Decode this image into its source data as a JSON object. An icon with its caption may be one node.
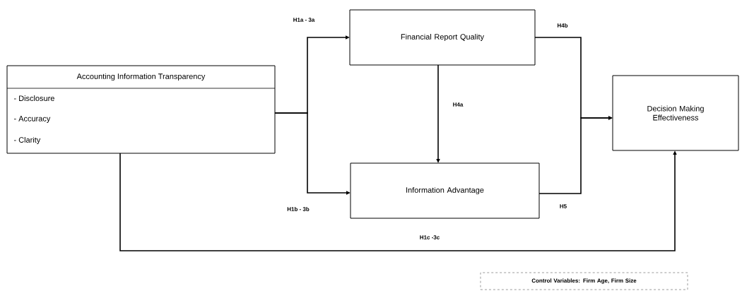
{
  "diagram": {
    "nodes": [
      {
        "text": [
          "Accounting Information Transparency",
          "- Disclosure",
          "- Accuracy",
          "- Clarity"
        ]
      },
      {
        "text": [
          "Financial Report Quality"
        ]
      },
      {
        "text": [
          "Information Advantage"
        ]
      },
      {
        "text": [
          "Decision Making Effectiveness"
        ]
      },
      {
        "text": [
          "Control Variables: Firm Age, Firm Size"
        ]
      }
    ],
    "edges": [
      {
        "from": 0,
        "to": 1,
        "arrow": "to",
        "label": "H1a - 3a"
      },
      {
        "from": 0,
        "to": 2,
        "arrow": "to",
        "label": "H1b - 3b"
      },
      {
        "from": 0,
        "to": 3,
        "arrow": "to",
        "label": "H1c -3c"
      },
      {
        "from": 1,
        "to": 2,
        "arrow": "to",
        "label": "H4a"
      },
      {
        "from": 1,
        "to": 3,
        "arrow": "to",
        "label": "H4b"
      },
      {
        "from": 2,
        "to": 3,
        "arrow": "to",
        "label": "H5"
      }
    ]
  }
}
